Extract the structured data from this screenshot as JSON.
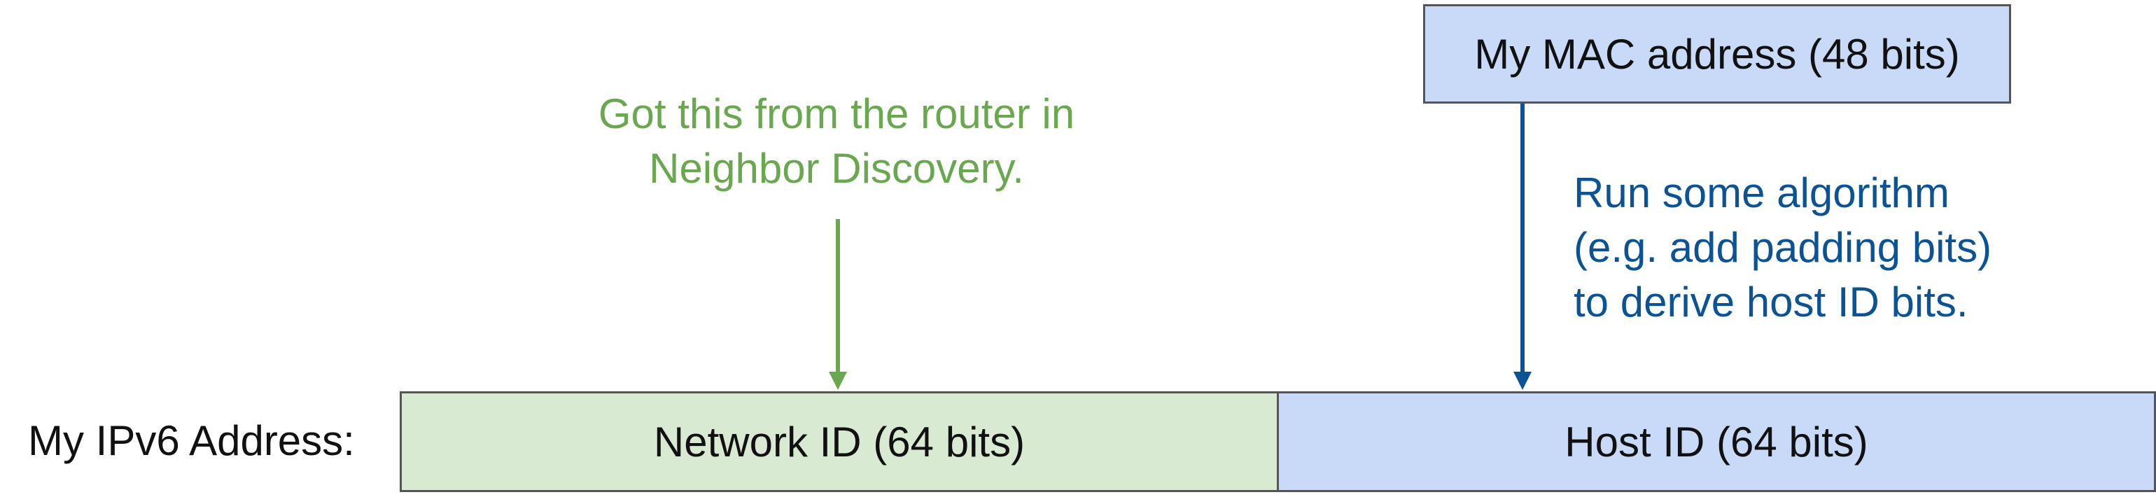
{
  "mac_box": {
    "label": "My MAC address (48 bits)"
  },
  "row_label": "My IPv6 Address:",
  "network_box": {
    "label": "Network ID (64 bits)"
  },
  "host_box": {
    "label": "Host ID (64 bits)"
  },
  "router_note": {
    "lines": [
      "Got this from the router in",
      "Neighbor Discovery."
    ]
  },
  "algorithm_note": {
    "lines": [
      "Run some algorithm",
      "(e.g. add padding bits)",
      "to derive host ID bits."
    ]
  },
  "colors": {
    "network_fill": "#d9ead3",
    "host_fill": "#c9daf8",
    "mac_fill": "#c9daf8",
    "border": "#555555",
    "router_note": "#6aa84f",
    "algorithm_note": "#0b5394"
  }
}
